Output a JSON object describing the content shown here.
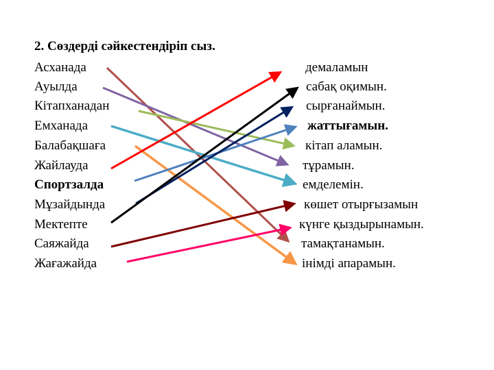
{
  "title": "2. Сөздерді сәйкестендіріп сыз.",
  "left_words": [
    {
      "text": "Асханада",
      "bold": false
    },
    {
      "text": "Ауылда",
      "bold": false
    },
    {
      "text": "Кітапханадан",
      "bold": false
    },
    {
      "text": "Емханада",
      "bold": false
    },
    {
      "text": "Балабақшаға",
      "bold": false
    },
    {
      "text": "Жайлауда",
      "bold": false
    },
    {
      "text": "Спортзалда",
      "bold": true
    },
    {
      "text": "Мұзайдында",
      "bold": false
    },
    {
      "text": "Мектепте",
      "bold": false
    },
    {
      "text": "Саяжайда",
      "bold": false
    },
    {
      "text": "Жағажайда",
      "bold": false
    }
  ],
  "right_words": [
    {
      "text": "демаламын",
      "bold": false
    },
    {
      "text": "сабақ оқимын.",
      "bold": false
    },
    {
      "text": "сырғанаймын.",
      "bold": false
    },
    {
      "text": "жаттығамын.",
      "bold": true
    },
    {
      "text": "кітап аламын.",
      "bold": false
    },
    {
      "text": "тұрамын.",
      "bold": false
    },
    {
      "text": "емделемін.",
      "bold": false
    },
    {
      "text": "көшет отырғызамын",
      "bold": false
    },
    {
      "text": "күнге қыздырынамын.",
      "bold": false
    },
    {
      "text": "тамақтанамын.",
      "bold": false
    },
    {
      "text": "інімді апарамын.",
      "bold": false
    }
  ],
  "arrows": [
    {
      "from": "Асханада",
      "to": "тамақтанамын.",
      "color": "#b0504a"
    },
    {
      "from": "Ауылда",
      "to": "тұрамын.",
      "color": "#8064a2"
    },
    {
      "from": "Кітапханадан",
      "to": "кітап аламын.",
      "color": "#9bbb59"
    },
    {
      "from": "Емханада",
      "to": "емделемін.",
      "color": "#4bacc6"
    },
    {
      "from": "Балабақшаға",
      "to": "інімді апарамын.",
      "color": "#f79646"
    },
    {
      "from": "Жайлауда",
      "to": "демаламын",
      "color": "#ff0000"
    },
    {
      "from": "Спортзалда",
      "to": "жаттығамын.",
      "color": "#4f81bd"
    },
    {
      "from": "Мұзайдында",
      "to": "сырғанаймын.",
      "color": "#002060"
    },
    {
      "from": "Мектепте",
      "to": "сабақ оқимын.",
      "color": "#000000"
    },
    {
      "from": "Саяжайда",
      "to": "көшет отырғызамын",
      "color": "#7f0000"
    },
    {
      "from": "Жағажайда",
      "to": "күнге қыздырынамын.",
      "color": "#ff0066"
    }
  ]
}
